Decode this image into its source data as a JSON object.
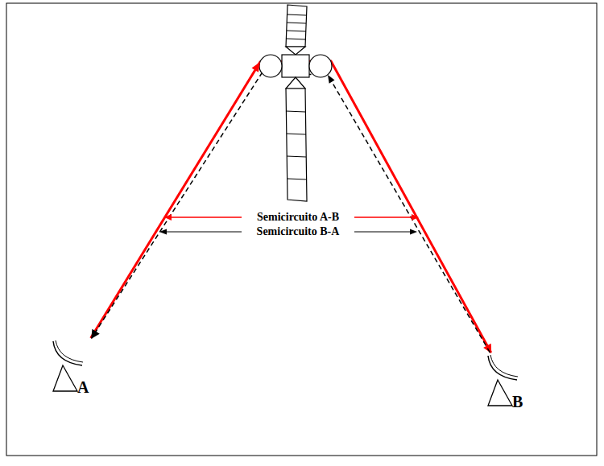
{
  "diagram": {
    "nodes": [
      {
        "text": [
          "A"
        ]
      },
      {
        "text": [
          "B"
        ]
      }
    ],
    "edges": [
      {
        "from": 0,
        "to": 1,
        "arrow": "to"
      },
      {
        "from": 1,
        "to": 0,
        "arrow": "to"
      }
    ],
    "labels": [
      "Semicircuito A-B",
      "Semicircuito B-A"
    ]
  }
}
